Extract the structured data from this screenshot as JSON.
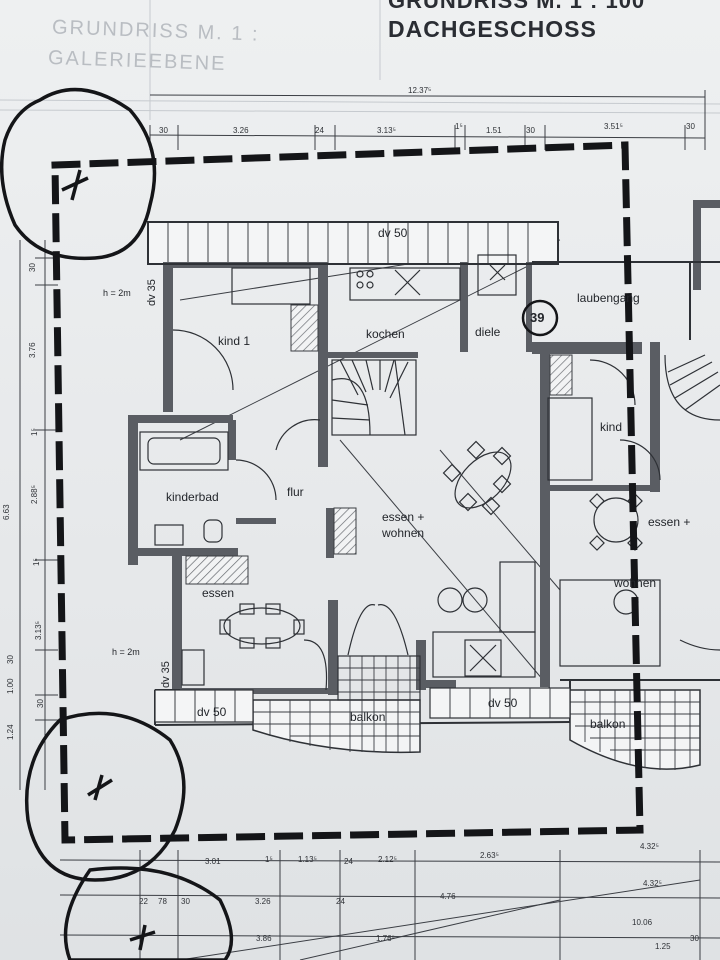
{
  "title": {
    "line1": "GRUNDRISS M. 1 : 100",
    "line2": "DACHGESCHOSS",
    "ghost_line1": "GRUNDRISS M. 1 :",
    "ghost_line2": "GALERIEEBENE"
  },
  "badge": {
    "number": "39"
  },
  "rooms": {
    "kind1": "kind 1",
    "kochen": "kochen",
    "diele": "diele",
    "laubengang": "laubengang",
    "kind": "kind",
    "kinderbad": "kinderbad",
    "flur": "flur",
    "essen_wohnen_1": "essen +",
    "essen_wohnen_2": "wohnen",
    "essen_right": "essen +",
    "wohnen_right": "wohnen",
    "essen": "essen",
    "balkon": "balkon",
    "balkon_right": "balkon"
  },
  "annotations": {
    "dv50_top": "dv 50",
    "dv50_bl": "dv 50",
    "dv50_bm": "dv 50",
    "dv35_top": "dv 35",
    "dv35_bottom": "dv 35",
    "h2m_top": "h = 2m",
    "h2m_bottom": "h = 2m"
  },
  "dimensions": {
    "top_total": "12.37⁵",
    "top": [
      "30",
      "3.26",
      "24",
      "3.13⁵",
      "1⁵",
      "1.51",
      "30",
      "3.51⁵",
      "30"
    ],
    "left": [
      "30",
      "3.76",
      "1⁵",
      "2.88⁵",
      "6.63",
      "1⁵",
      "3.13⁵",
      "30",
      "1.00",
      "30",
      "1.24"
    ],
    "bottom_row1": [
      "3.01",
      "1⁵",
      "1.13⁵",
      "24",
      "2.12⁵",
      "2.63⁵",
      "4.32⁵"
    ],
    "bottom_row2": [
      "22",
      "78",
      "30",
      "3.26",
      "24",
      "4.76",
      "4.32⁵",
      "10.06"
    ],
    "bottom_row3": [
      "3.86",
      "1.76⁵",
      "1.25",
      "30"
    ]
  }
}
